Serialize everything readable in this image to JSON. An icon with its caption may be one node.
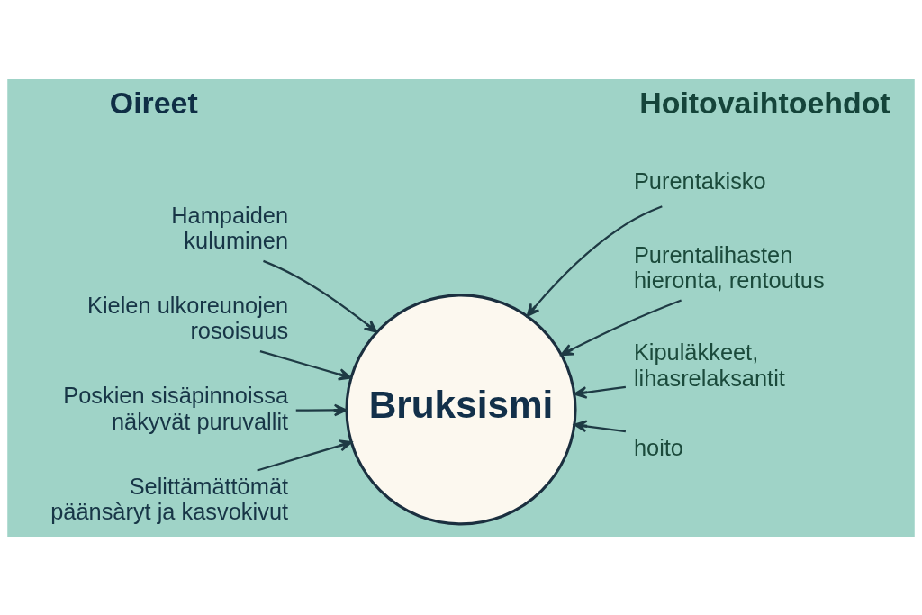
{
  "diagram": {
    "nodes": [
      {
        "text": [
          "Hampaiden kuluminen"
        ]
      },
      {
        "text": [
          "Kielen ulkoreunojen rosoisuus"
        ]
      },
      {
        "text": [
          "Poskien sisäpinnoissa näkyvät puruvallit"
        ]
      },
      {
        "text": [
          "Selittämättömät päänsàryt ja kasvokivut"
        ]
      },
      {
        "text": [
          "Bruksismi"
        ]
      },
      {
        "text": [
          "Purentakisko"
        ]
      },
      {
        "text": [
          "Purentalihasten hieronta, rentoutus"
        ]
      },
      {
        "text": [
          "Kipuläkkeet, lihasrelaksantit"
        ]
      },
      {
        "text": [
          "hoito"
        ]
      }
    ],
    "edges": [
      {
        "from": 0,
        "to": 4,
        "arrow": "to"
      },
      {
        "from": 1,
        "to": 4,
        "arrow": "to"
      },
      {
        "from": 2,
        "to": 4,
        "arrow": "to"
      },
      {
        "from": 3,
        "to": 4,
        "arrow": "to"
      },
      {
        "from": 5,
        "to": 4,
        "arrow": "to"
      },
      {
        "from": 6,
        "to": 4,
        "arrow": "to"
      },
      {
        "from": 7,
        "to": 4,
        "arrow": "to"
      },
      {
        "from": 8,
        "to": 4,
        "arrow": "to"
      }
    ],
    "labels": [
      "Oireet",
      "Hoitovaihtoehdot"
    ]
  }
}
